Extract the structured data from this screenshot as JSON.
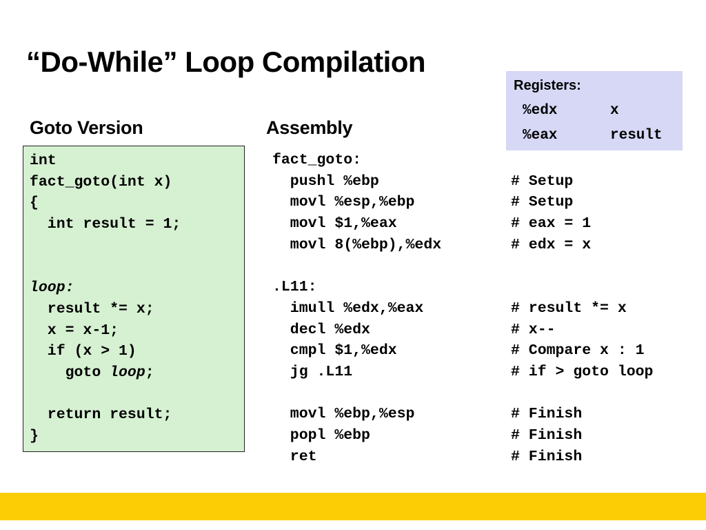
{
  "title": "“Do-While” Loop Compilation",
  "registers": {
    "heading": "Registers:",
    "rows": [
      {
        "reg": "%edx",
        "var": "x"
      },
      {
        "reg": "%eax",
        "var": "result"
      }
    ]
  },
  "goto": {
    "heading": "Goto Version",
    "lines": [
      [
        {
          "text": "int"
        }
      ],
      [
        {
          "text": "fact_goto(int x)"
        }
      ],
      [
        {
          "text": "{"
        }
      ],
      [
        {
          "text": "  int result = 1;"
        }
      ],
      [
        {
          "text": ""
        }
      ],
      [
        {
          "text": ""
        }
      ],
      [
        {
          "text": "loop:",
          "italic": true
        }
      ],
      [
        {
          "text": "  result *= x;"
        }
      ],
      [
        {
          "text": "  x = x-1;"
        }
      ],
      [
        {
          "text": "  if (x > 1)"
        }
      ],
      [
        {
          "text": "    goto "
        },
        {
          "text": "loop",
          "italic": true
        },
        {
          "text": ";"
        }
      ],
      [
        {
          "text": ""
        }
      ],
      [
        {
          "text": "  return result;"
        }
      ],
      [
        {
          "text": "}"
        }
      ]
    ]
  },
  "assembly": {
    "heading": "Assembly",
    "lines": [
      {
        "instr": "fact_goto:",
        "comment": ""
      },
      {
        "instr": "  pushl %ebp",
        "comment": "# Setup"
      },
      {
        "instr": "  movl %esp,%ebp",
        "comment": "# Setup"
      },
      {
        "instr": "  movl $1,%eax",
        "comment": "# eax = 1"
      },
      {
        "instr": "  movl 8(%ebp),%edx",
        "comment": "# edx = x"
      },
      {
        "instr": "",
        "comment": ""
      },
      {
        "instr": ".L11:",
        "comment": ""
      },
      {
        "instr": "  imull %edx,%eax",
        "comment": "# result *= x"
      },
      {
        "instr": "  decl %edx",
        "comment": "# x--"
      },
      {
        "instr": "  cmpl $1,%edx",
        "comment": "# Compare x : 1"
      },
      {
        "instr": "  jg .L11",
        "comment": "# if > goto loop"
      },
      {
        "instr": "",
        "comment": ""
      },
      {
        "instr": "  movl %ebp,%esp",
        "comment": "# Finish"
      },
      {
        "instr": "  popl %ebp",
        "comment": "# Finish"
      },
      {
        "instr": "  ret",
        "comment": "# Finish"
      }
    ]
  },
  "colors": {
    "goto_box_bg": "#d6f0d2",
    "registers_box_bg": "#d6d8f5",
    "bottom_bar": "#fccc05"
  }
}
